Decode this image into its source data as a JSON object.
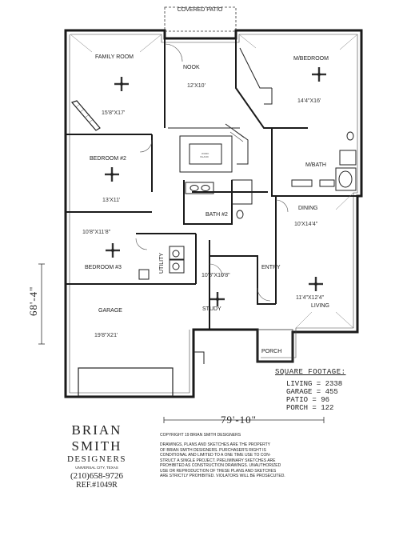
{
  "plan": {
    "rooms": {
      "covered_patio": "COVERED PATIO",
      "family_room": "FAMILY ROOM",
      "family_size": "15'8\"X17'",
      "nook": "NOOK",
      "nook_size": "12'X10'",
      "master_bedroom": "M/BEDROOM",
      "master_size": "14'4\"X16'",
      "master_bath": "M/BATH",
      "bedroom2": "BEDROOM #2",
      "bedroom2_size": "13'X11'",
      "bath2": "BATH #2",
      "dining": "DINING",
      "dining_size": "10'X14'4\"",
      "bedroom3": "BEDROOM #3",
      "bedroom3_size": "10'8\"X11'8\"",
      "utility": "UTILITY",
      "study": "STUDY",
      "study_size": "10'8\"X10'8\"",
      "entry": "ENTRY",
      "living": "LIVING",
      "living_size": "11'4\"X12'4\"",
      "garage": "GARAGE",
      "garage_size": "19'8\"X21'",
      "porch": "PORCH"
    },
    "overall_depth": "68'-4\"",
    "overall_width": "79'-10\""
  },
  "square_footage": {
    "title": "SQUARE FOOTAGE:",
    "rows": [
      {
        "label": "LIVING",
        "value": "2338"
      },
      {
        "label": "GARAGE",
        "value": "455"
      },
      {
        "label": "PATIO",
        "value": "96"
      },
      {
        "label": "PORCH",
        "value": "122"
      }
    ]
  },
  "designer": {
    "name": "BRIAN SMITH",
    "subtitle": "DESIGNERS",
    "location": "UNIVERSAL CITY, TEXAS",
    "phone": "(210)658-9726",
    "ref": "REF.#1049R"
  },
  "copyright": "COPYRIGHT 19        BRIAN SMITH DESIGNERS",
  "legal_lines": [
    "DRAWINGS, PLANS AND SKETCHES ARE THE PROPERTY",
    "OF BRIAN SMITH DESIGNERS.  PURCHASER'S RIGHT IS",
    "CONDITIONAL AND LIMITED TO A ONE TIME USE TO CON-",
    "STRUCT A SINGLE PROJECT.  PRELIMINARY SKETCHES ARE",
    "PROHIBITED AS CONSTRUCTION DRAWINGS.  UNAUTHORIZED",
    "USE OR REPRODUCTION OF THESE PLANS AND SKETCHES",
    "ARE STRICTLY PROHIBITED.  VIOLATORS WILL BE PROSECUTED."
  ]
}
